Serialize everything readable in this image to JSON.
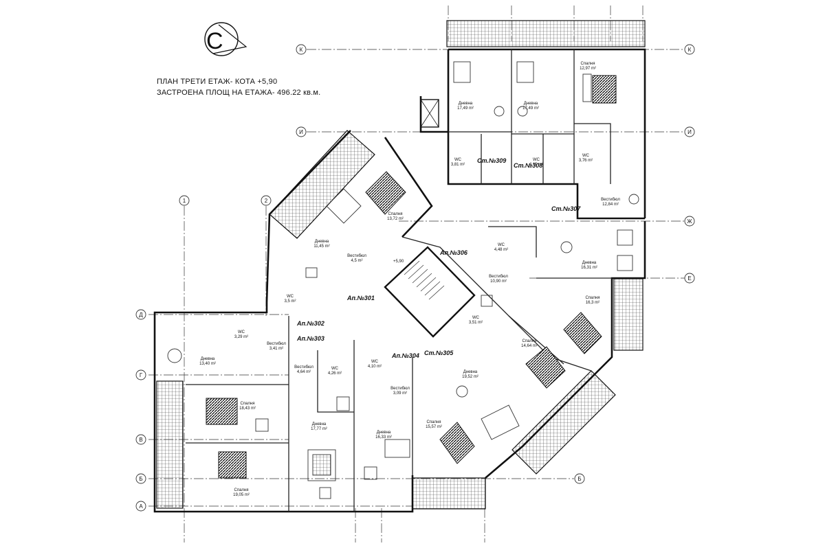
{
  "header": {
    "line1": "ПЛАН ТРЕТИ ЕТАЖ- КОТА +5,90",
    "line2": "ЗАСТРОЕНА ПЛОЩ НА ЕТАЖА- 496.22 кв.м."
  },
  "north_arrow": {
    "letter": "С"
  },
  "axes": {
    "rows_right": [
      {
        "id": "row-k",
        "label": "К"
      },
      {
        "id": "row-i",
        "label": "И"
      },
      {
        "id": "row-zh",
        "label": "Ж"
      },
      {
        "id": "row-e",
        "label": "Е"
      }
    ],
    "rows_left": [
      {
        "id": "row-d",
        "label": "Д"
      },
      {
        "id": "row-g",
        "label": "Г"
      },
      {
        "id": "row-v",
        "label": "В"
      },
      {
        "id": "row-b",
        "label": "Б"
      },
      {
        "id": "row-a",
        "label": "А"
      }
    ],
    "columns": [
      {
        "id": "col-1",
        "label": "1"
      },
      {
        "id": "col-2",
        "label": "2"
      }
    ]
  },
  "apartments": [
    {
      "id": "st309",
      "label": "Ст.№309"
    },
    {
      "id": "st308",
      "label": "Ст.№308"
    },
    {
      "id": "st307",
      "label": "Ст.№307"
    },
    {
      "id": "ap306",
      "label": "Ап.№306"
    },
    {
      "id": "ap301",
      "label": "Ап.№301"
    },
    {
      "id": "ap302",
      "label": "Ап.№302"
    },
    {
      "id": "ap303",
      "label": "Ап.№303"
    },
    {
      "id": "ap304",
      "label": "Ап.№304"
    },
    {
      "id": "st305",
      "label": "Ст.№305"
    }
  ],
  "rooms": [
    {
      "name": "Дневна",
      "area": "17,49 m²"
    },
    {
      "name": "Дневна",
      "area": "17,49 m²"
    },
    {
      "name": "Спалня",
      "area": "12,97 m²"
    },
    {
      "name": "WC",
      "area": "3,81 m²"
    },
    {
      "name": "WC",
      "area": "4,15 m²"
    },
    {
      "name": "WC",
      "area": "3,76 m²"
    },
    {
      "name": "Вестибюл",
      "area": "12,84 m²"
    },
    {
      "name": "Спалня",
      "area": "13,72 m²"
    },
    {
      "name": "Дневна",
      "area": "11,45 m²"
    },
    {
      "name": "Вестибюл",
      "area": "4,5 m²"
    },
    {
      "name": "WC",
      "area": "4,48 m²"
    },
    {
      "name": "Дневна",
      "area": "16,31 m²"
    },
    {
      "name": "Вестибюл",
      "area": "10,90 m²"
    },
    {
      "name": "WC",
      "area": "3,5 m²"
    },
    {
      "name": "Спалня",
      "area": "16,3 m²"
    },
    {
      "name": "WC",
      "area": "3,29 m²"
    },
    {
      "name": "Вестибюл",
      "area": "3,41 m²"
    },
    {
      "name": "Дневна",
      "area": "13,40 m²"
    },
    {
      "name": "Вестибюл",
      "area": "4,64 m²"
    },
    {
      "name": "WC",
      "area": "4,26 m²"
    },
    {
      "name": "WC",
      "area": "4,10 m²"
    },
    {
      "name": "Вестибюл",
      "area": "3,09 m²"
    },
    {
      "name": "WC",
      "area": "3,51 m²"
    },
    {
      "name": "Спалня",
      "area": "14,64 m²"
    },
    {
      "name": "Дневна",
      "area": "19,52 m²"
    },
    {
      "name": "Спалня",
      "area": "18,43 m²"
    },
    {
      "name": "Дневна",
      "area": "17,77 m²"
    },
    {
      "name": "Дневна",
      "area": "16,33 m²"
    },
    {
      "name": "Спалня",
      "area": "15,57 m²"
    },
    {
      "name": "Спалня",
      "area": "19,05 m²"
    }
  ],
  "level_mark": "+5,90"
}
